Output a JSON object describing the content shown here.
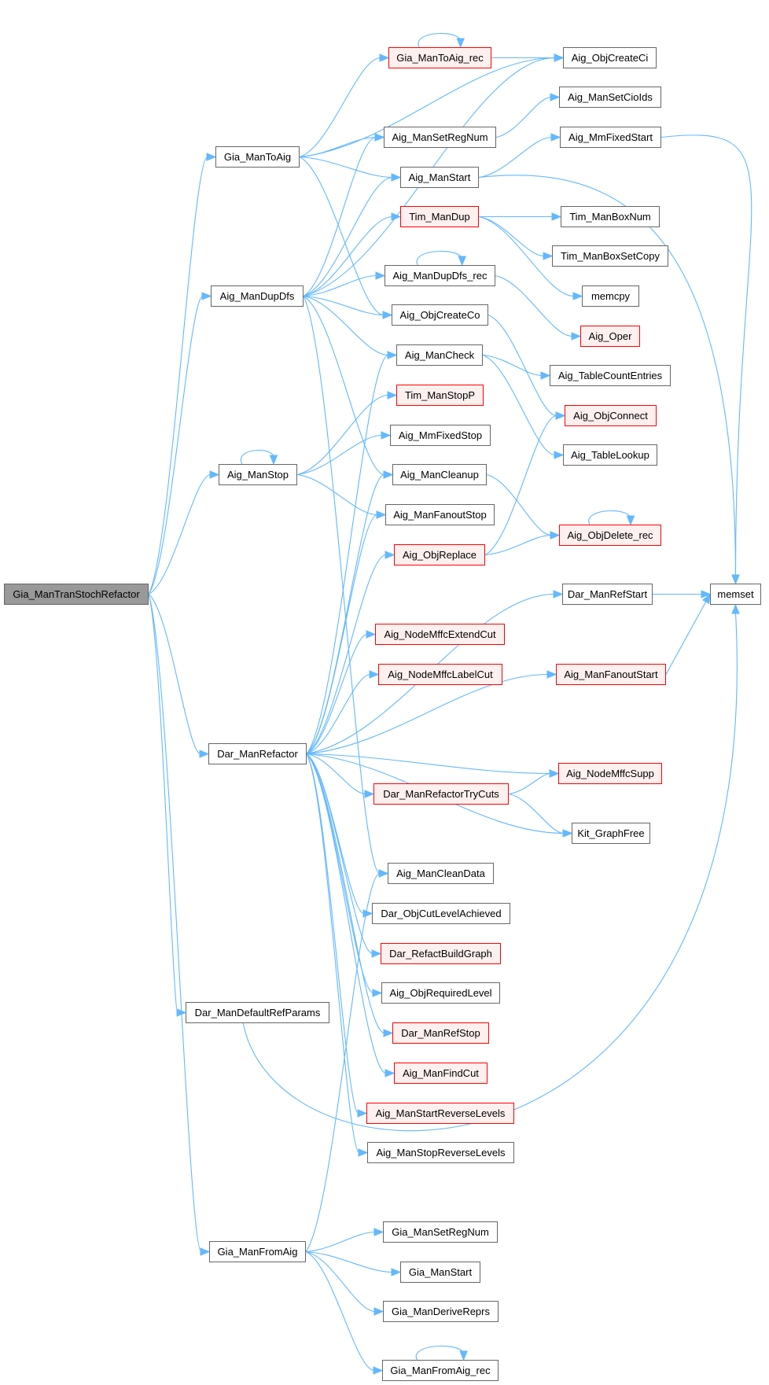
{
  "graph": {
    "title": "Call graph of Gia_ManTranStochRefactor",
    "colors": {
      "edge": "#63b8ff",
      "node_border": "#666666",
      "red_border": "#ff0000",
      "red_fill": "#fff0f0",
      "root_fill": "#999999"
    },
    "nodes": [
      {
        "id": "root",
        "label": "Gia_ManTranStochRefactor",
        "style": "root"
      },
      {
        "id": "gia_mantoaig",
        "label": "Gia_ManToAig",
        "style": "normal"
      },
      {
        "id": "aig_mandupdfs",
        "label": "Aig_ManDupDfs",
        "style": "normal"
      },
      {
        "id": "aig_manstop",
        "label": "Aig_ManStop",
        "style": "normal"
      },
      {
        "id": "dar_manrefactor",
        "label": "Dar_ManRefactor",
        "style": "normal"
      },
      {
        "id": "dar_mandefaultrefparams",
        "label": "Dar_ManDefaultRefParams",
        "style": "normal"
      },
      {
        "id": "gia_manfromaig",
        "label": "Gia_ManFromAig",
        "style": "normal"
      },
      {
        "id": "gia_mantoaig_rec",
        "label": "Gia_ManToAig_rec",
        "style": "red"
      },
      {
        "id": "aig_mansetregnum",
        "label": "Aig_ManSetRegNum",
        "style": "normal"
      },
      {
        "id": "aig_manstart",
        "label": "Aig_ManStart",
        "style": "normal"
      },
      {
        "id": "tim_mandup",
        "label": "Tim_ManDup",
        "style": "red"
      },
      {
        "id": "aig_mandupdfs_rec",
        "label": "Aig_ManDupDfs_rec",
        "style": "normal"
      },
      {
        "id": "aig_objcreateco",
        "label": "Aig_ObjCreateCo",
        "style": "normal"
      },
      {
        "id": "aig_mancheck",
        "label": "Aig_ManCheck",
        "style": "normal"
      },
      {
        "id": "tim_manstopp",
        "label": "Tim_ManStopP",
        "style": "red"
      },
      {
        "id": "aig_mmfixedstop",
        "label": "Aig_MmFixedStop",
        "style": "normal"
      },
      {
        "id": "aig_mancleanup",
        "label": "Aig_ManCleanup",
        "style": "normal"
      },
      {
        "id": "aig_manfanoutstop",
        "label": "Aig_ManFanoutStop",
        "style": "normal"
      },
      {
        "id": "aig_objreplace",
        "label": "Aig_ObjReplace",
        "style": "red"
      },
      {
        "id": "aig_nodemffcextendcut",
        "label": "Aig_NodeMffcExtendCut",
        "style": "red"
      },
      {
        "id": "aig_nodemffclabelcut",
        "label": "Aig_NodeMffcLabelCut",
        "style": "red"
      },
      {
        "id": "dar_manrefactortrycuts",
        "label": "Dar_ManRefactorTryCuts",
        "style": "red"
      },
      {
        "id": "aig_mancleandata",
        "label": "Aig_ManCleanData",
        "style": "normal"
      },
      {
        "id": "dar_objcutlevelachieved",
        "label": "Dar_ObjCutLevelAchieved",
        "style": "normal"
      },
      {
        "id": "dar_refactbuildgraph",
        "label": "Dar_RefactBuildGraph",
        "style": "red"
      },
      {
        "id": "aig_objrequiredlevel",
        "label": "Aig_ObjRequiredLevel",
        "style": "normal"
      },
      {
        "id": "dar_manrefstop",
        "label": "Dar_ManRefStop",
        "style": "red"
      },
      {
        "id": "aig_manfindcut",
        "label": "Aig_ManFindCut",
        "style": "red"
      },
      {
        "id": "aig_manstartreverselevels",
        "label": "Aig_ManStartReverseLevels",
        "style": "red"
      },
      {
        "id": "aig_manstopreverselevels",
        "label": "Aig_ManStopReverseLevels",
        "style": "normal"
      },
      {
        "id": "gia_mansetregnum",
        "label": "Gia_ManSetRegNum",
        "style": "normal"
      },
      {
        "id": "gia_manstart",
        "label": "Gia_ManStart",
        "style": "normal"
      },
      {
        "id": "gia_manderivereprs",
        "label": "Gia_ManDeriveReprs",
        "style": "normal"
      },
      {
        "id": "gia_manfromaig_rec",
        "label": "Gia_ManFromAig_rec",
        "style": "normal"
      },
      {
        "id": "aig_objcreateci",
        "label": "Aig_ObjCreateCi",
        "style": "normal"
      },
      {
        "id": "aig_mansetcioids",
        "label": "Aig_ManSetCioIds",
        "style": "normal"
      },
      {
        "id": "aig_mmfixedstart",
        "label": "Aig_MmFixedStart",
        "style": "normal"
      },
      {
        "id": "tim_manboxnum",
        "label": "Tim_ManBoxNum",
        "style": "normal"
      },
      {
        "id": "tim_manboxsetcopy",
        "label": "Tim_ManBoxSetCopy",
        "style": "normal"
      },
      {
        "id": "memcpy",
        "label": "memcpy",
        "style": "normal"
      },
      {
        "id": "aig_oper",
        "label": "Aig_Oper",
        "style": "red"
      },
      {
        "id": "aig_tablecountentries",
        "label": "Aig_TableCountEntries",
        "style": "normal"
      },
      {
        "id": "aig_objconnect",
        "label": "Aig_ObjConnect",
        "style": "red"
      },
      {
        "id": "aig_tablelookup",
        "label": "Aig_TableLookup",
        "style": "normal"
      },
      {
        "id": "aig_objdelete_rec",
        "label": "Aig_ObjDelete_rec",
        "style": "red"
      },
      {
        "id": "dar_manrefstart",
        "label": "Dar_ManRefStart",
        "style": "normal"
      },
      {
        "id": "aig_manfanoutstart",
        "label": "Aig_ManFanoutStart",
        "style": "red"
      },
      {
        "id": "aig_nodemffcsupp",
        "label": "Aig_NodeMffcSupp",
        "style": "red"
      },
      {
        "id": "kit_graphfree",
        "label": "Kit_GraphFree",
        "style": "normal"
      },
      {
        "id": "memset",
        "label": "memset",
        "style": "normal"
      }
    ],
    "edges": [
      [
        "root",
        "gia_mantoaig"
      ],
      [
        "root",
        "aig_mandupdfs"
      ],
      [
        "root",
        "aig_manstop"
      ],
      [
        "root",
        "dar_manrefactor"
      ],
      [
        "root",
        "dar_mandefaultrefparams"
      ],
      [
        "root",
        "gia_manfromaig"
      ],
      [
        "gia_mantoaig",
        "gia_mantoaig_rec"
      ],
      [
        "gia_mantoaig",
        "aig_objcreateci"
      ],
      [
        "gia_mantoaig",
        "aig_mansetregnum"
      ],
      [
        "gia_mantoaig",
        "aig_manstart"
      ],
      [
        "gia_mantoaig",
        "aig_objcreateco"
      ],
      [
        "gia_mantoaig_rec",
        "gia_mantoaig_rec"
      ],
      [
        "gia_mantoaig_rec",
        "aig_objcreateci"
      ],
      [
        "aig_mandupdfs",
        "aig_objcreateci"
      ],
      [
        "aig_mandupdfs",
        "aig_mansetregnum"
      ],
      [
        "aig_mandupdfs",
        "aig_manstart"
      ],
      [
        "aig_mandupdfs",
        "tim_mandup"
      ],
      [
        "aig_mandupdfs",
        "aig_mandupdfs_rec"
      ],
      [
        "aig_mandupdfs",
        "aig_objcreateco"
      ],
      [
        "aig_mandupdfs",
        "aig_mancheck"
      ],
      [
        "aig_mandupdfs",
        "aig_mancleanup"
      ],
      [
        "aig_mandupdfs",
        "aig_mancleandata"
      ],
      [
        "aig_mansetregnum",
        "aig_mansetcioids"
      ],
      [
        "aig_manstart",
        "aig_mmfixedstart"
      ],
      [
        "aig_manstart",
        "memset"
      ],
      [
        "aig_mmfixedstart",
        "memset"
      ],
      [
        "tim_mandup",
        "tim_manboxnum"
      ],
      [
        "tim_mandup",
        "tim_manboxsetcopy"
      ],
      [
        "tim_mandup",
        "memcpy"
      ],
      [
        "aig_mandupdfs_rec",
        "aig_mandupdfs_rec"
      ],
      [
        "aig_mandupdfs_rec",
        "aig_oper"
      ],
      [
        "aig_objcreateco",
        "aig_objconnect"
      ],
      [
        "aig_mancheck",
        "aig_tablecountentries"
      ],
      [
        "aig_mancheck",
        "aig_tablelookup"
      ],
      [
        "aig_manstop",
        "aig_manstop"
      ],
      [
        "aig_manstop",
        "tim_manstopp"
      ],
      [
        "aig_manstop",
        "aig_mmfixedstop"
      ],
      [
        "aig_manstop",
        "aig_manfanoutstop"
      ],
      [
        "aig_mancleanup",
        "aig_objdelete_rec"
      ],
      [
        "aig_objreplace",
        "aig_objconnect"
      ],
      [
        "aig_objreplace",
        "aig_objdelete_rec"
      ],
      [
        "aig_objdelete_rec",
        "aig_objdelete_rec"
      ],
      [
        "dar_manrefstart",
        "memset"
      ],
      [
        "aig_manfanoutstart",
        "memset"
      ],
      [
        "dar_manrefactor",
        "aig_mancheck"
      ],
      [
        "dar_manrefactor",
        "aig_mancleanup"
      ],
      [
        "dar_manrefactor",
        "aig_manfanoutstop"
      ],
      [
        "dar_manrefactor",
        "aig_objreplace"
      ],
      [
        "dar_manrefactor",
        "dar_manrefstart"
      ],
      [
        "dar_manrefactor",
        "aig_nodemffcextendcut"
      ],
      [
        "dar_manrefactor",
        "aig_nodemffclabelcut"
      ],
      [
        "dar_manrefactor",
        "aig_manfanoutstart"
      ],
      [
        "dar_manrefactor",
        "aig_nodemffcsupp"
      ],
      [
        "dar_manrefactor",
        "dar_manrefactortrycuts"
      ],
      [
        "dar_manrefactor",
        "kit_graphfree"
      ],
      [
        "dar_manrefactor",
        "dar_objcutlevelachieved"
      ],
      [
        "dar_manrefactor",
        "dar_refactbuildgraph"
      ],
      [
        "dar_manrefactor",
        "aig_objrequiredlevel"
      ],
      [
        "dar_manrefactor",
        "dar_manrefstop"
      ],
      [
        "dar_manrefactor",
        "aig_manfindcut"
      ],
      [
        "dar_manrefactor",
        "aig_manstartreverselevels"
      ],
      [
        "dar_manrefactor",
        "aig_manstopreverselevels"
      ],
      [
        "dar_manrefactortrycuts",
        "aig_nodemffcsupp"
      ],
      [
        "dar_manrefactortrycuts",
        "kit_graphfree"
      ],
      [
        "dar_mandefaultrefparams",
        "memset"
      ],
      [
        "gia_manfromaig",
        "aig_mancleandata"
      ],
      [
        "gia_manfromaig",
        "gia_mansetregnum"
      ],
      [
        "gia_manfromaig",
        "gia_manstart"
      ],
      [
        "gia_manfromaig",
        "gia_manderivereprs"
      ],
      [
        "gia_manfromaig",
        "gia_manfromaig_rec"
      ],
      [
        "gia_manfromaig_rec",
        "gia_manfromaig_rec"
      ]
    ]
  }
}
